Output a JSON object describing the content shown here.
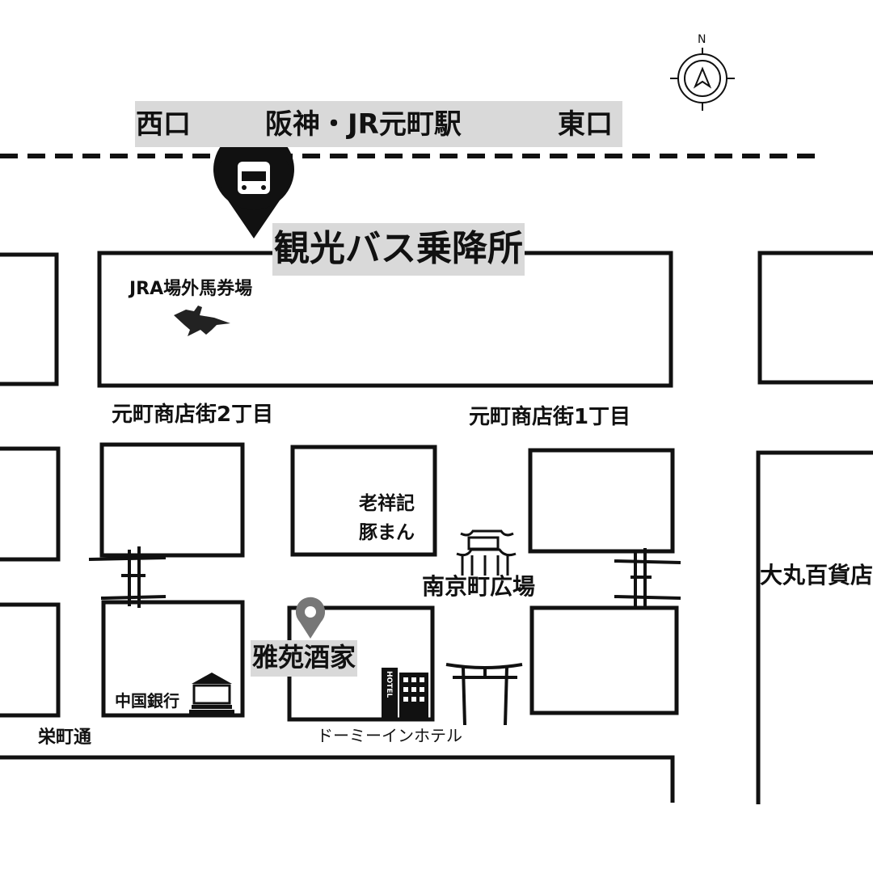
{
  "station_bar": {
    "west_exit": "西口",
    "station": "阪神・JR元町駅",
    "east_exit": "東口"
  },
  "bus_stop": {
    "icon": "bus-pin-icon",
    "label": "観光バス乗降所"
  },
  "labels": {
    "jra": "JRA場外馬券場",
    "street_2": "元町商店街2丁目",
    "street_1": "元町商店街1丁目",
    "roushouki_1": "老祥記",
    "roushouki_2": "豚まん",
    "nankinmachi": "南京町広場",
    "gaen": "雅苑酒家",
    "bank": "中国銀行",
    "sakaemachi": "栄町通",
    "hotel": "ドーミーインホテル",
    "hotel_sign": "HOTEL",
    "daimaru": "大丸百貨店",
    "compass_n": "N"
  },
  "colors": {
    "line": "#111111",
    "highlight": "#d9d9d9",
    "pin_gray": "#777777"
  }
}
